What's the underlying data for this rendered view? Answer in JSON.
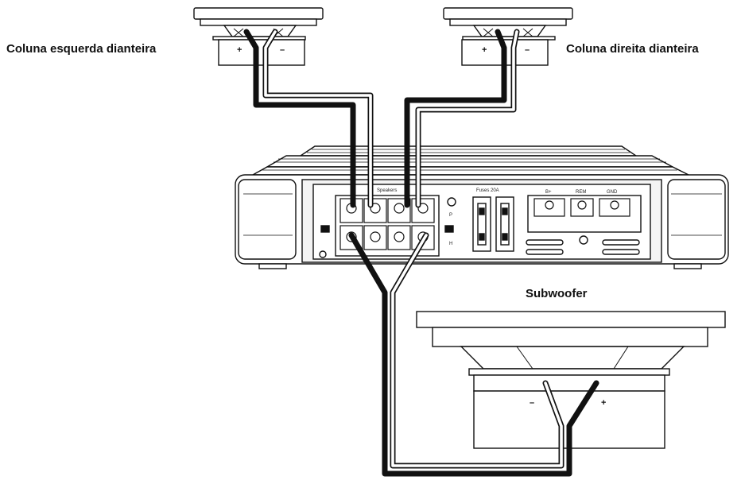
{
  "labels": {
    "front_left": "Coluna esquerda dianteira",
    "front_right": "Coluna direita dianteira",
    "subwoofer": "Subwoofer"
  },
  "amplifier": {
    "speakers_header": "Speakers",
    "fuses": "Fuses 20A",
    "b_plus": "B+",
    "rem": "REM",
    "gnd": "GND",
    "pf_letter_p": "P",
    "pf_letter_h": "H"
  },
  "polarity": {
    "plus": "+",
    "minus": "–"
  },
  "colors": {
    "line": "#111111",
    "body": "#ffffff",
    "panel": "#f2f2f2"
  }
}
